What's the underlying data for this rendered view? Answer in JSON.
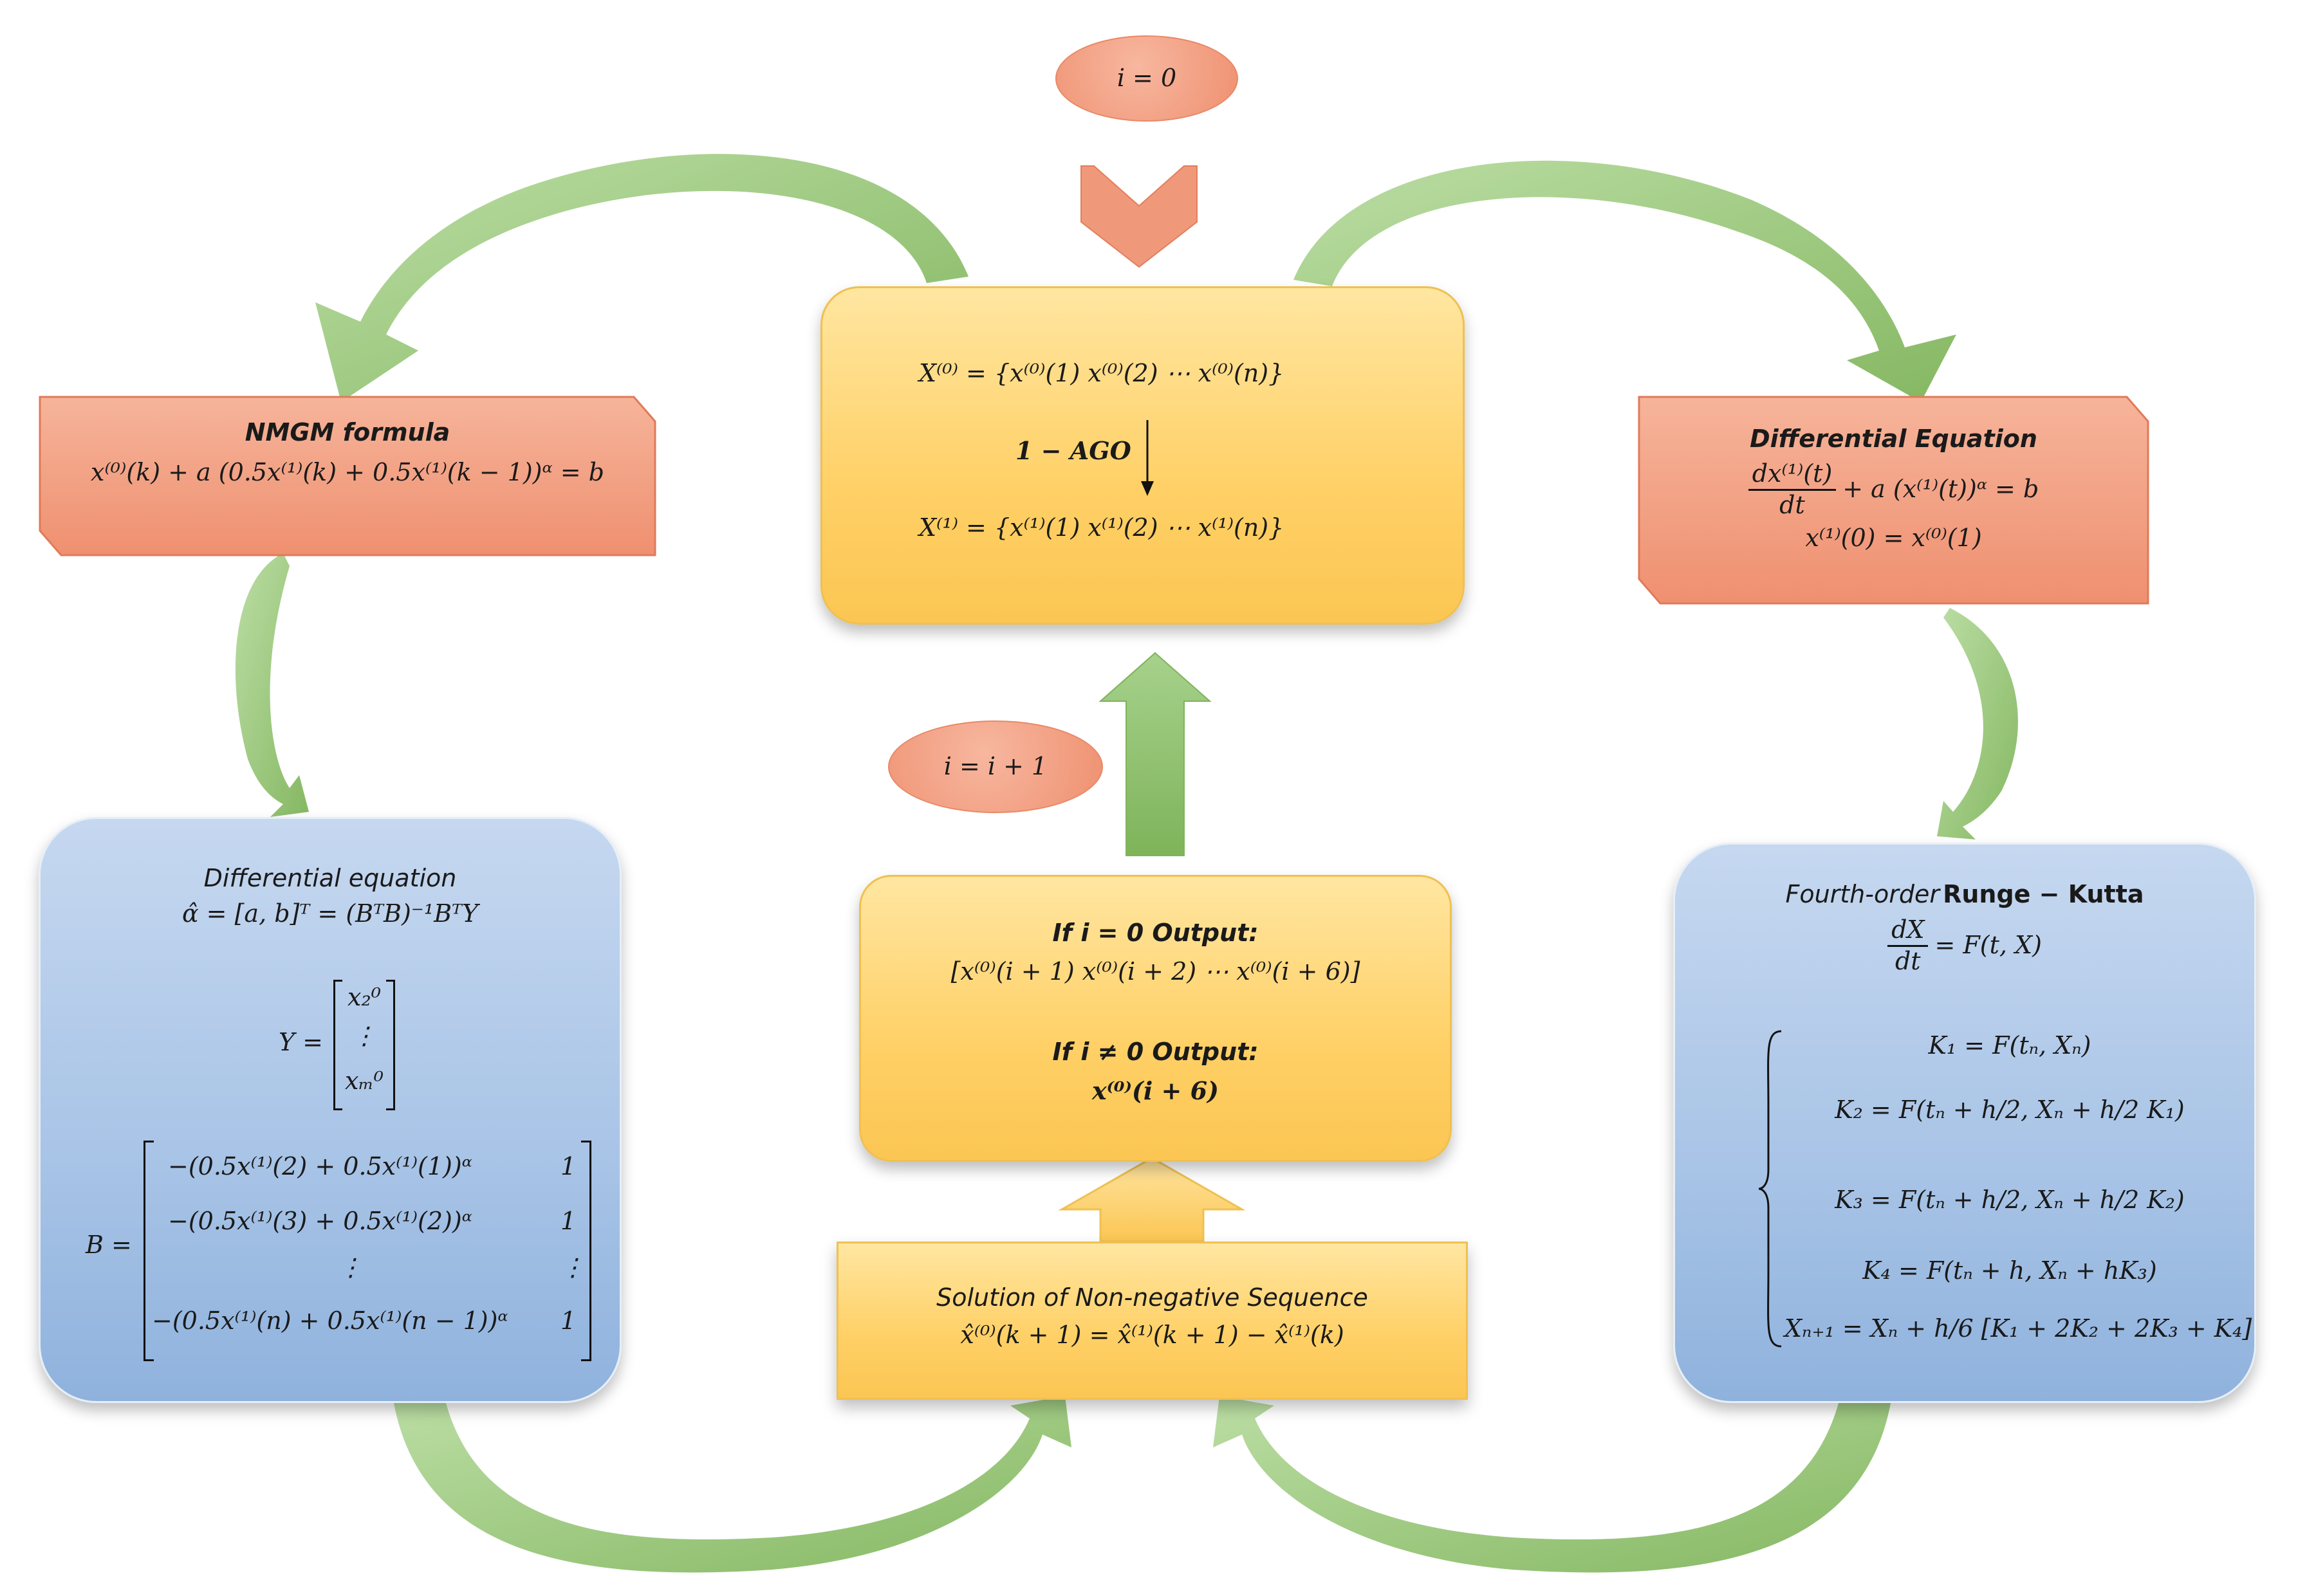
{
  "ovals": {
    "init": "i = 0",
    "increment": "i = i + 1"
  },
  "top_box": {
    "x0_seq": "X⁽⁰⁾ = {x⁽⁰⁾(1)   x⁽⁰⁾(2)   ⋯   x⁽⁰⁾(n)}",
    "ago_label": "1 − AGO",
    "x1_seq": "X⁽¹⁾ = {x⁽¹⁾(1)   x⁽¹⁾(2)   ⋯   x⁽¹⁾(n)}"
  },
  "nmgm_box": {
    "title": "NMGM  formula",
    "formula": "x⁽⁰⁾(k) + a (0.5x⁽¹⁾(k) + 0.5x⁽¹⁾(k − 1))ᵅ = b"
  },
  "diff_eq_box": {
    "title": "Differential Equation",
    "numerator": "dx⁽¹⁾(t)",
    "denominator": "dt",
    "rhs": "+ a (x⁽¹⁾(t))ᵅ = b",
    "initial": "x⁽¹⁾(0) = x⁽⁰⁾(1)"
  },
  "left_blue": {
    "title": "Differential equation",
    "alpha_hat": "α̂ = [a, b]ᵀ = (BᵀB)⁻¹BᵀY",
    "y_label": "Y =",
    "y_rows": [
      "x₂⁰",
      "⋮",
      "xₘ⁰"
    ],
    "b_label": "B =",
    "b_rows": [
      {
        "left": "−(0.5x⁽¹⁾(2) + 0.5x⁽¹⁾(1))ᵅ",
        "right": "1"
      },
      {
        "left": "−(0.5x⁽¹⁾(3) + 0.5x⁽¹⁾(2))ᵅ",
        "right": "1"
      },
      {
        "left": "⋮",
        "right": "⋮"
      },
      {
        "left": "−(0.5x⁽¹⁾(n) + 0.5x⁽¹⁾(n − 1))ᵅ",
        "right": "1"
      }
    ]
  },
  "output_box": {
    "if_zero_label": "If i = 0 Output:",
    "if_zero_value": "[x⁽⁰⁾(i + 1)   x⁽⁰⁾(i + 2)   ⋯   x⁽⁰⁾(i + 6)]",
    "if_nonzero_label": "If i ≠ 0 Output:",
    "if_nonzero_value": "x⁽⁰⁾(i + 6)"
  },
  "solution_box": {
    "title": "Solution of Non-negative Sequence",
    "formula": "x̂⁽⁰⁾(k + 1) = x̂⁽¹⁾(k + 1) − x̂⁽¹⁾(k)"
  },
  "rk_box": {
    "title_part1": "Fourth-order",
    "title_part2": "Runge − Kutta",
    "ode_num": "dX",
    "ode_den": "dt",
    "ode_rhs": "= F(t, X)",
    "k1": "K₁ = F(tₙ, Xₙ)",
    "k2": "K₂ = F(tₙ + h/2, Xₙ + h/2 K₁)",
    "k3": "K₃ = F(tₙ + h/2, Xₙ + h/2 K₂)",
    "k4": "K₄ = F(tₙ + h, Xₙ + hK₃)",
    "xnext": "Xₙ₊₁ = Xₙ + h/6 [K₁ + 2K₂ + 2K₃ + K₄]"
  },
  "colors": {
    "arrow_green": "#8cc06a",
    "orange": "#f0987a",
    "yellow": "#ffd066",
    "blue": "#a7c3e6"
  }
}
